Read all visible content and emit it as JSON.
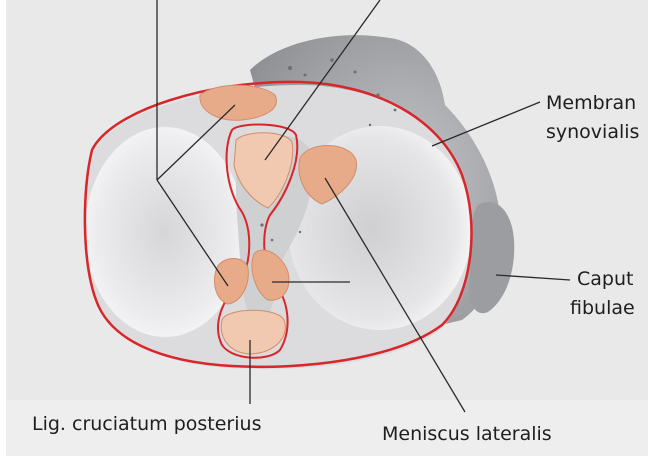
{
  "labels": {
    "membrana_synovialis_line1": "Membran",
    "membrana_synovialis_line2": "synovialis",
    "caput_fibulae_line1": "Caput",
    "caput_fibulae_line2": "fibulae",
    "lig_cruciatum_posterius": "Lig. cruciatum posterius",
    "meniscus_lateralis": "Meniscus lateralis"
  },
  "colors": {
    "page_background": "#ffffff",
    "photo_background": "#e9e9ea",
    "outline_red": "#d8262a",
    "ligament_fill": "#e8ab8a",
    "ligament_light_fill": "#f1c8b0",
    "bone_grey": "#b7b8bb",
    "cartilage_white": "#f4f4f4",
    "leader_line": "#2a2a2a"
  }
}
